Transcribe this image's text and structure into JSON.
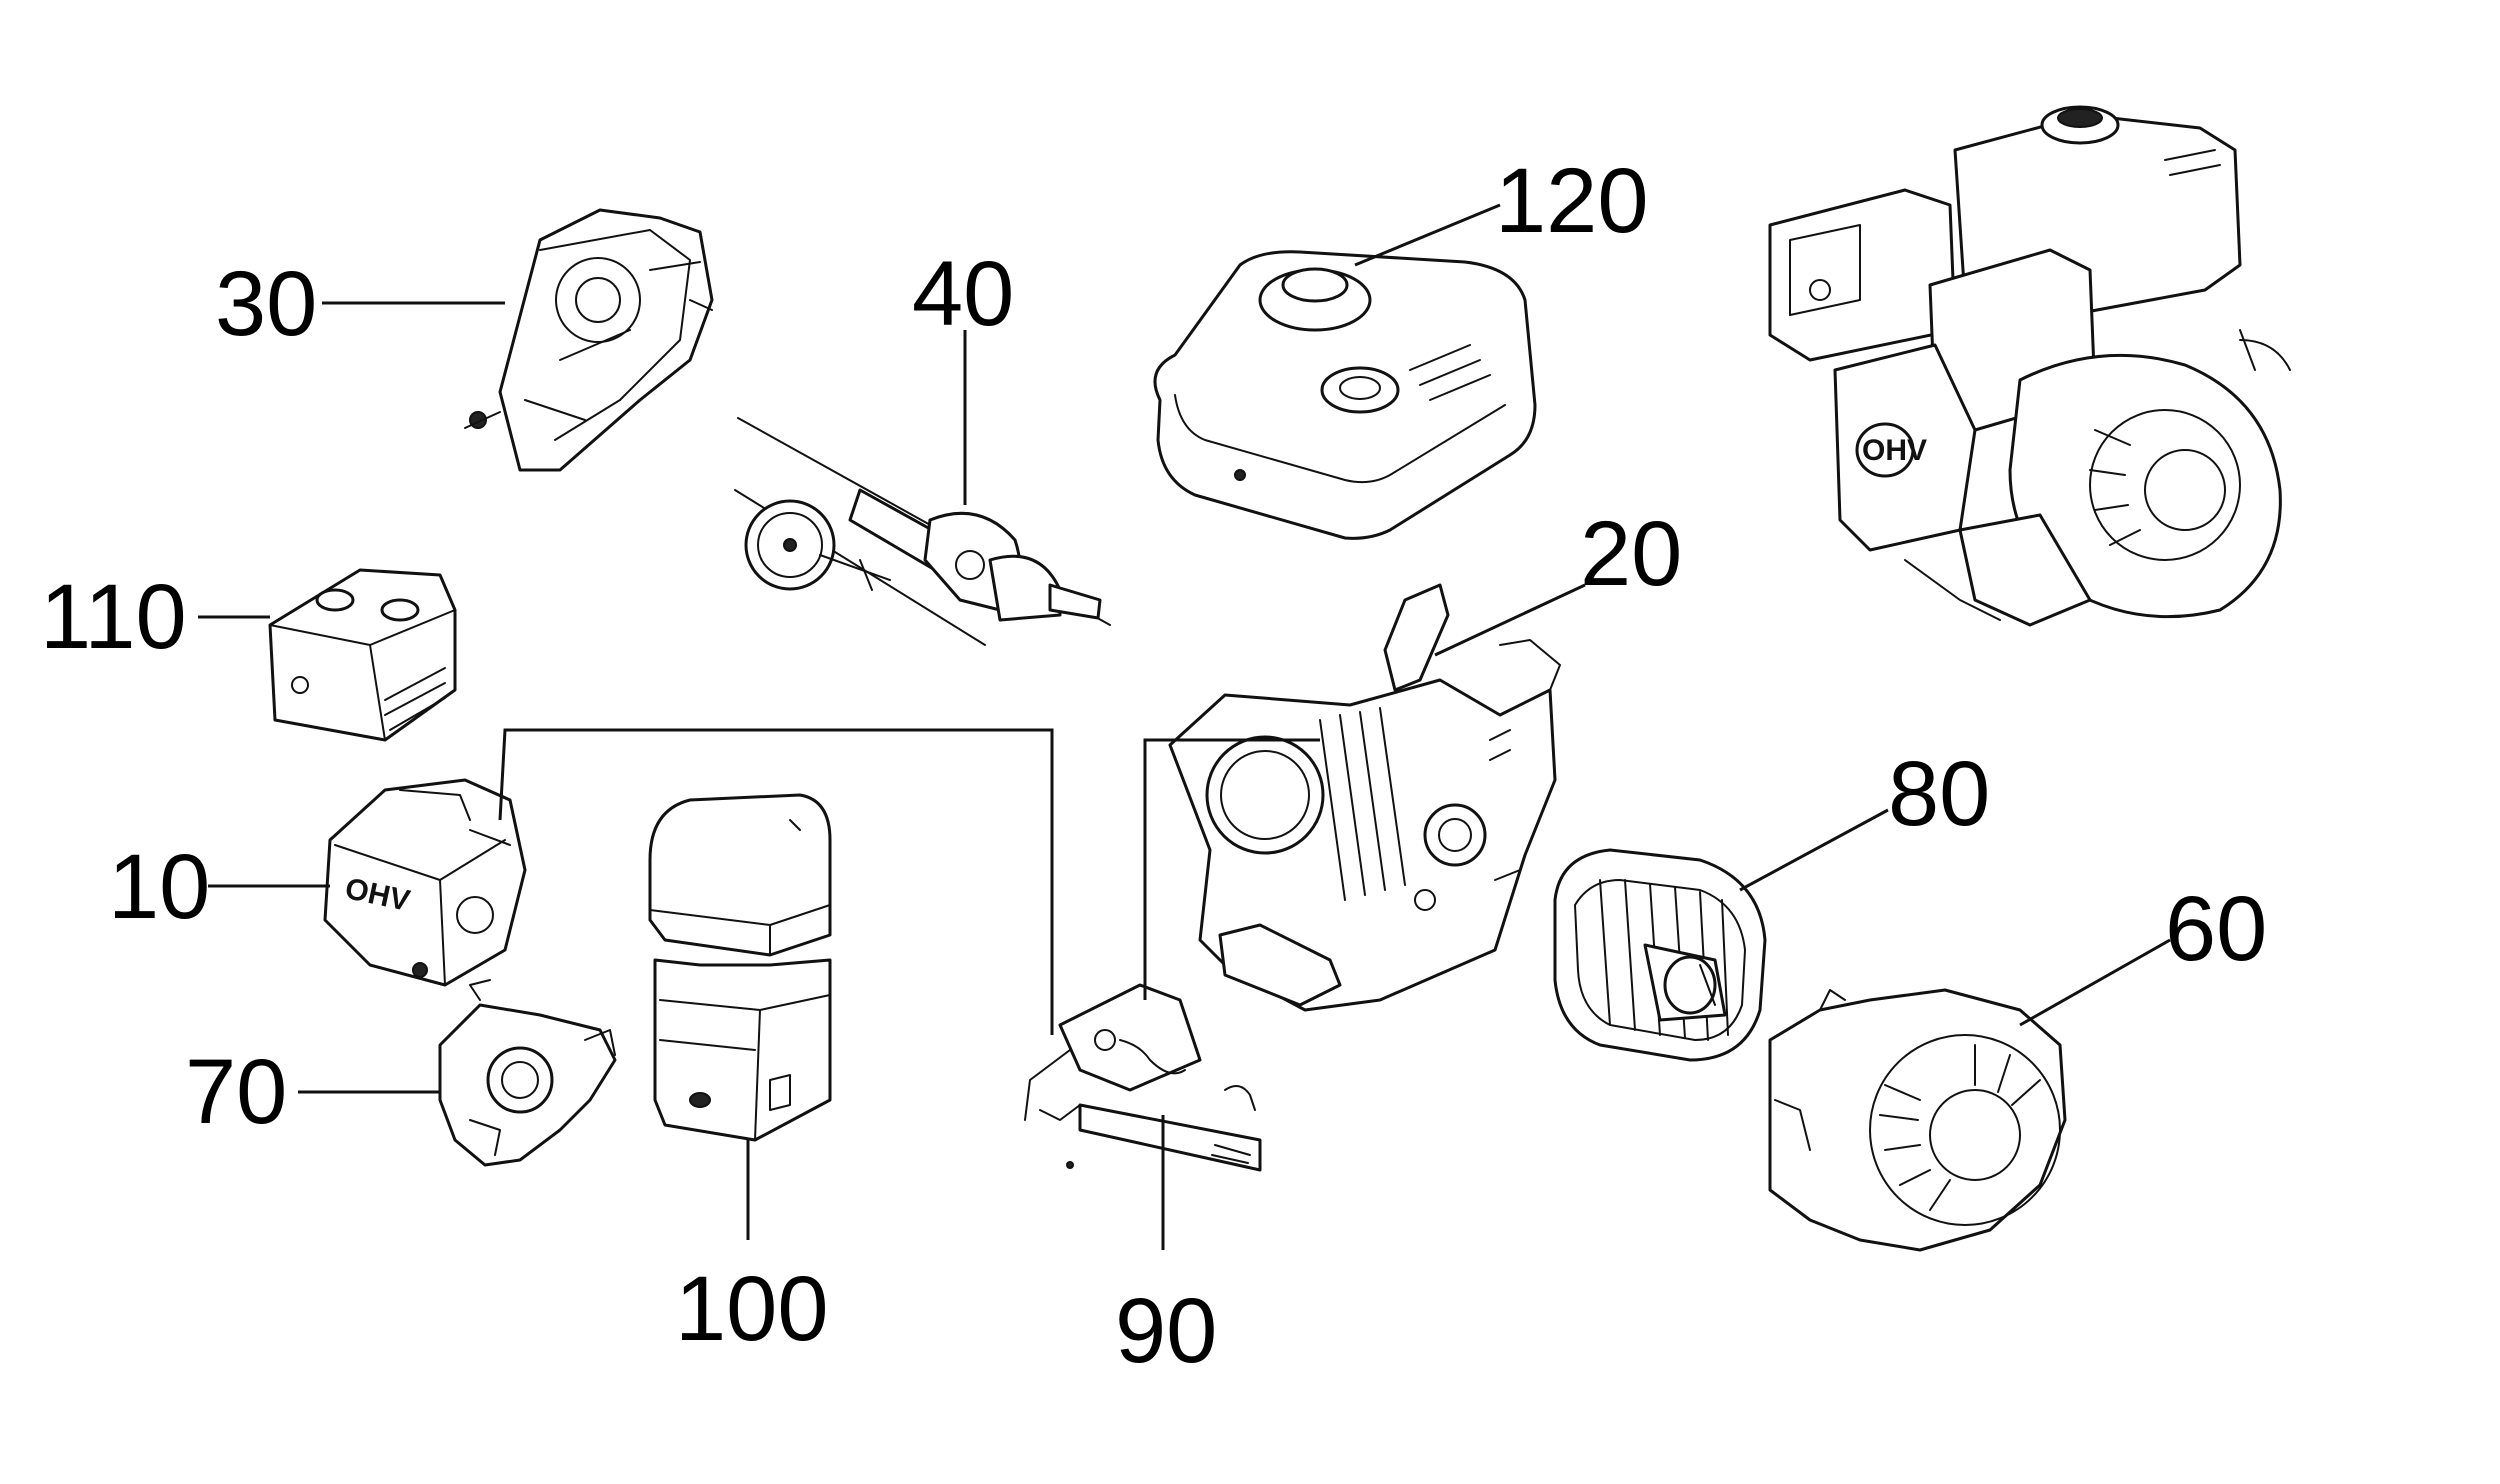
{
  "callouts": {
    "c30": "30",
    "c40": "40",
    "c120": "120",
    "c110": "110",
    "c20": "20",
    "c10": "10",
    "c70": "70",
    "c100": "100",
    "c90": "90",
    "c80": "80",
    "c60": "60"
  },
  "badges": {
    "valve_cover": "OHV",
    "engine": "OHV"
  },
  "colors": {
    "line": "#111111",
    "background": "#ffffff"
  }
}
